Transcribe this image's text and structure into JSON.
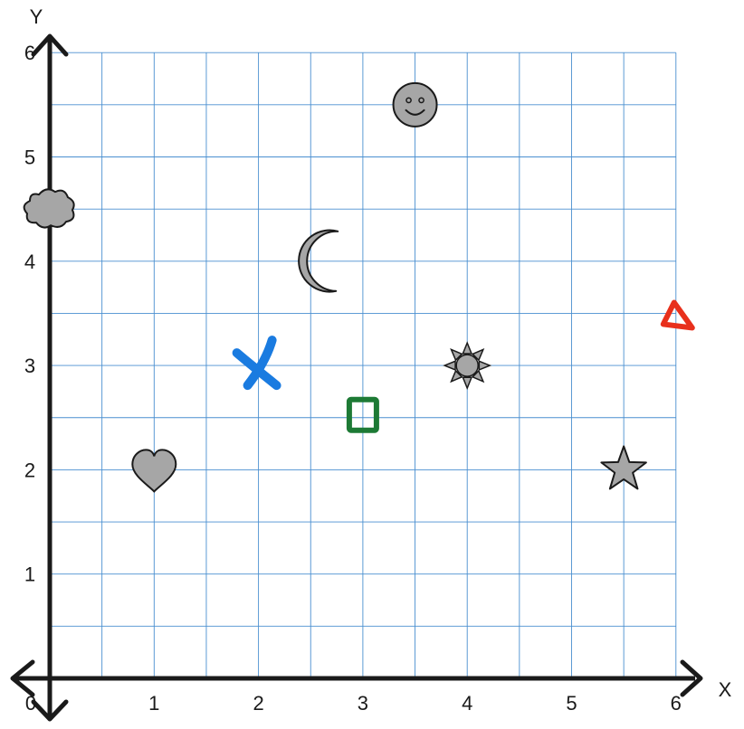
{
  "axes": {
    "x_title": "X",
    "y_title": "Y",
    "x_ticks": [
      "1",
      "2",
      "3",
      "4",
      "5",
      "6"
    ],
    "y_ticks": [
      "1",
      "2",
      "3",
      "4",
      "5",
      "6"
    ],
    "origin_label": "0",
    "x_range": [
      0,
      6
    ],
    "y_range": [
      0,
      6
    ],
    "grid_step": 0.5
  },
  "colors": {
    "grid": "#4a8fd0",
    "axis": "#1a1a1a",
    "shape_fill": "#a6a6a6",
    "shape_stroke": "#1a1a1a",
    "x_mark": "#1a7be0",
    "square_mark": "#1d7a35",
    "triangle_mark": "#e8301c"
  },
  "shapes": [
    {
      "id": "smiley",
      "icon": "smiley-face-icon",
      "x": 3.5,
      "y": 5.5
    },
    {
      "id": "cloud",
      "icon": "cloud-icon",
      "x": 0,
      "y": 4.5
    },
    {
      "id": "moon",
      "icon": "crescent-moon-icon",
      "x": 2.5,
      "y": 4
    },
    {
      "id": "triangle",
      "icon": "triangle-icon",
      "x": 6,
      "y": 3.5
    },
    {
      "id": "x-mark",
      "icon": "x-mark-icon",
      "x": 2,
      "y": 3
    },
    {
      "id": "sun",
      "icon": "sun-icon",
      "x": 4,
      "y": 3
    },
    {
      "id": "square",
      "icon": "square-icon",
      "x": 3,
      "y": 2.5
    },
    {
      "id": "heart",
      "icon": "heart-icon",
      "x": 1,
      "y": 2
    },
    {
      "id": "star",
      "icon": "star-icon",
      "x": 5.5,
      "y": 2
    }
  ]
}
